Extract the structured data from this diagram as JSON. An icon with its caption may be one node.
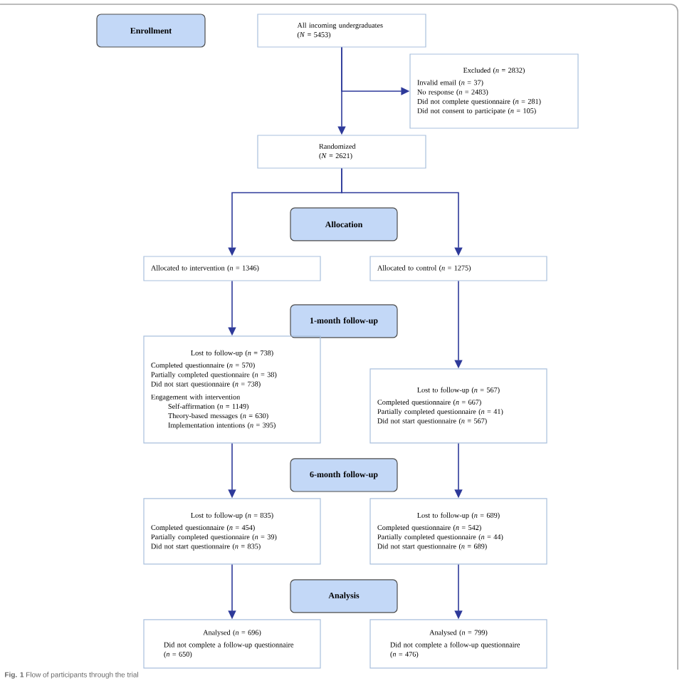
{
  "diagram": {
    "caption": "**Fig. 1** Flow of participants through the trial",
    "nodes": [
      {
        "text": [
          "Enrollment"
        ]
      },
      {
        "text": [
          "All incoming undergraduates (*N* = 5453)"
        ]
      },
      {
        "text": [
          "Excluded (*n* = 2832)",
          "Invalid email (*n* = 37)",
          "No response (*n* = 2483)",
          "Did not complete questionnaire (*n* = 281)",
          "Did not consent to participate (*n* = 105)"
        ]
      },
      {
        "text": [
          "Randomized (*N* = 2621)"
        ]
      },
      {
        "text": [
          "Allocation"
        ]
      },
      {
        "text": [
          "Allocated to intervention (*n* = 1346)"
        ]
      },
      {
        "text": [
          "Allocated to control (*n* = 1275)"
        ]
      },
      {
        "text": [
          "1-month follow-up"
        ]
      },
      {
        "text": [
          "Lost to follow-up (*n* = 738)",
          "Completed questionnaire (*n* = 570)",
          "Partially completed questionnaire (*n* = 38)",
          "Did not start questionnaire (*n* = 738)",
          "Engagement with intervention",
          "Self-affirmation (*n* = 1149)",
          "Theory-based messages (*n* = 630)",
          "Implementation intentions (*n* = 395)"
        ]
      },
      {
        "text": [
          "Lost to follow-up (*n* = 567)",
          "Completed questionnaire (*n* = 667)",
          "Partially completed questionnaire (*n* = 41)",
          "Did not start questionnaire (*n* = 567)"
        ]
      },
      {
        "text": [
          "6-month follow-up"
        ]
      },
      {
        "text": [
          "Lost to follow-up (*n* = 835)",
          "Completed questionnaire (*n* = 454)",
          "Partially completed questionnaire (*n* = 39)",
          "Did not start questionnaire (*n* = 835)"
        ]
      },
      {
        "text": [
          "Lost to follow-up (*n* = 689)",
          "Completed questionnaire (*n* = 542)",
          "Partially completed questionnaire (*n* = 44)",
          "Did not start questionnaire (*n* = 689)"
        ]
      },
      {
        "text": [
          "Analysis"
        ]
      },
      {
        "text": [
          "Analysed (*n* = 696)",
          "Did not complete a follow-up questionnaire (*n* = 650)"
        ]
      },
      {
        "text": [
          "Analysed (*n* = 799)",
          "Did not complete a follow-up questionnaire (*n* = 476)"
        ]
      }
    ],
    "edges": [
      {
        "from": 1,
        "to": 3,
        "arrow": "to"
      },
      {
        "from": 1,
        "to": 2,
        "arrow": "to"
      },
      {
        "from": 3,
        "to": 5,
        "arrow": "to"
      },
      {
        "from": 3,
        "to": 6,
        "arrow": "to"
      },
      {
        "from": 5,
        "to": 8,
        "arrow": "to"
      },
      {
        "from": 6,
        "to": 9,
        "arrow": "to"
      },
      {
        "from": 8,
        "to": 11,
        "arrow": "to"
      },
      {
        "from": 9,
        "to": 12,
        "arrow": "to"
      },
      {
        "from": 11,
        "to": 14,
        "arrow": "to"
      },
      {
        "from": 12,
        "to": 15,
        "arrow": "to"
      }
    ]
  }
}
